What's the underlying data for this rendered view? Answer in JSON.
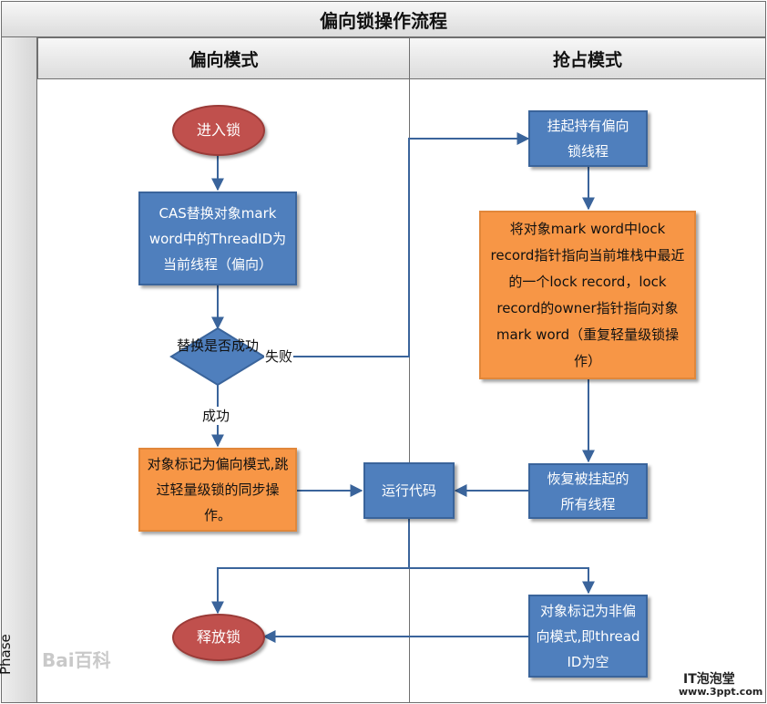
{
  "title": "偏向锁操作流程",
  "phase_label": "Phase",
  "lanes": {
    "left": "偏向模式",
    "right": "抢占模式"
  },
  "nodes": {
    "enter_lock": "进入锁",
    "cas_replace": "CAS替换对象mark word中的ThreadID为当前线程（偏向）",
    "decision": "替换是否成功",
    "mark_biased": "对象标记为偏向模式,跳过轻量级锁的同步操作。",
    "run_code": "运行代码",
    "release_lock": "释放锁",
    "suspend_thread": "挂起持有偏向锁线程",
    "point_lock_record": "将对象mark word中lock record指针指向当前堆栈中最近的一个lock record，lock record的owner指针指向对象mark word（重复轻量级锁操作）",
    "resume_threads": "恢复被挂起的所有线程",
    "mark_nonbiased": "对象标记为非偏向模式,即thread ID为空"
  },
  "edge_labels": {
    "fail": "失败",
    "success": "成功"
  },
  "watermark": "Bai百科",
  "brand": {
    "name": "IT泡泡堂",
    "url": "www.3ppt.com"
  },
  "colors": {
    "process_blue": "#4f7fbd",
    "orange": "#f79646",
    "terminal_red": "#c0504d",
    "connector": "#3a649b"
  }
}
